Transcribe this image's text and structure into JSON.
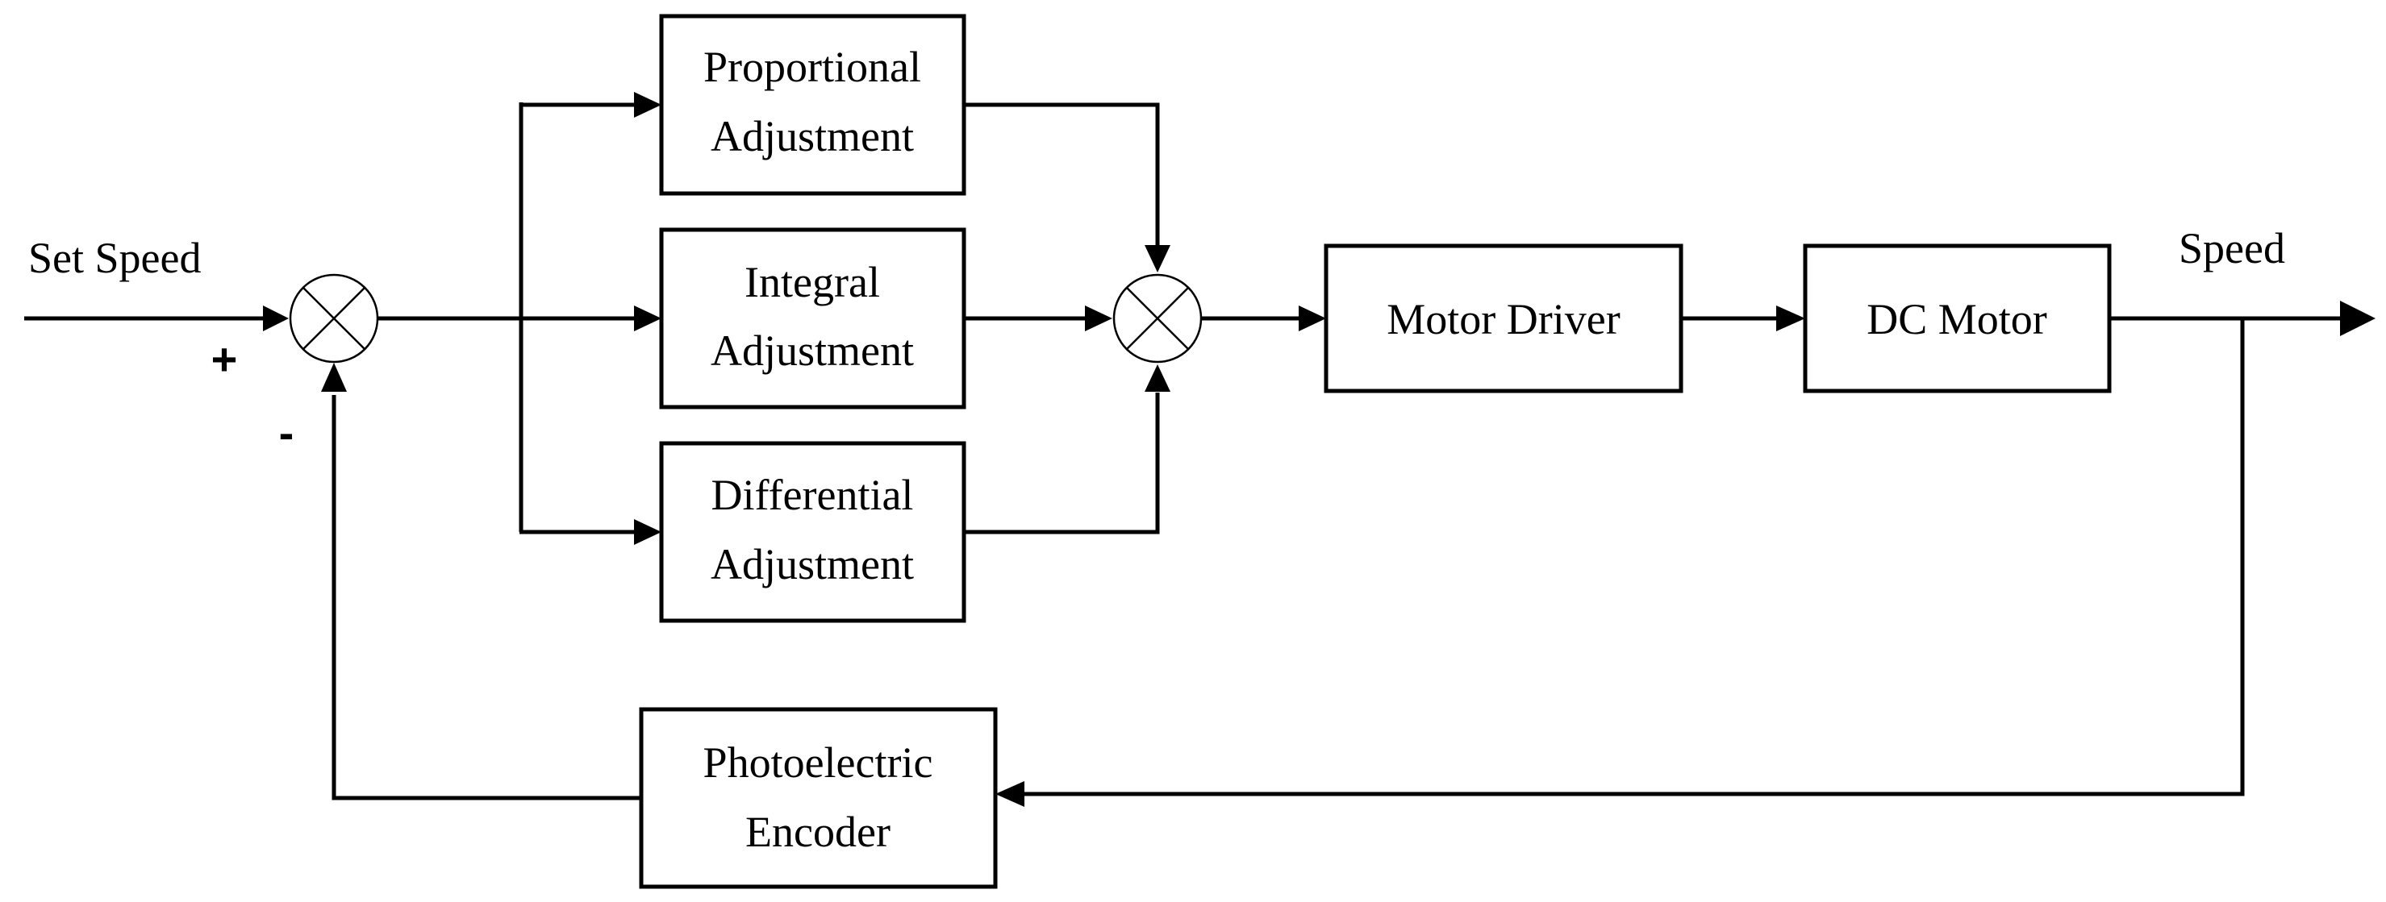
{
  "signals": {
    "input": "Set Speed",
    "output": "Speed"
  },
  "signs": {
    "plus": "+",
    "minus": "-"
  },
  "blocks": {
    "proportional": [
      "Proportional",
      "Adjustment"
    ],
    "integral": [
      "Integral",
      "Adjustment"
    ],
    "differential": [
      "Differential",
      "Adjustment"
    ],
    "motor_driver": "Motor Driver",
    "dc_motor": "DC Motor",
    "encoder": [
      "Photoelectric",
      "Encoder"
    ]
  },
  "colors": {
    "stroke": "#000000",
    "background": "#ffffff"
  }
}
